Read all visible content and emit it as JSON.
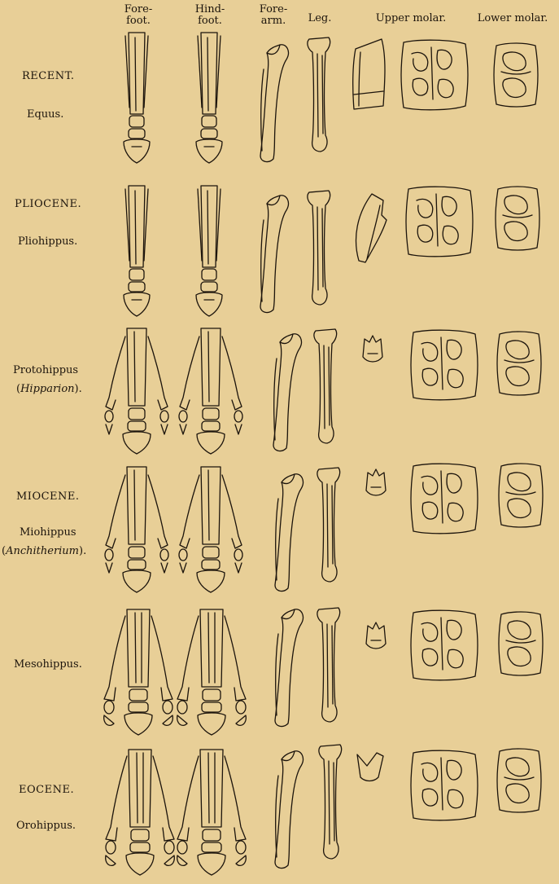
{
  "headers": {
    "fore_foot": "Fore-\nfoot.",
    "hind_foot": "Hind-\nfoot.",
    "fore_arm": "Fore-\narm.",
    "leg": "Leg.",
    "upper_molar": "Upper molar.",
    "lower_molar": "Lower molar."
  },
  "rows": [
    {
      "epoch": "RECENT.",
      "genus": "Equus."
    },
    {
      "epoch": "PLIOCENE.",
      "genus": "Pliohippus."
    },
    {
      "epoch": "",
      "genus": "Protohippus",
      "genus_alt": "Hipparion"
    },
    {
      "epoch": "MIOCENE.",
      "genus": "Miohippus",
      "genus_alt": "Anchitherium"
    },
    {
      "epoch": "",
      "genus": "Mesohippus."
    },
    {
      "epoch": "EOCENE.",
      "genus": "Orohippus."
    }
  ],
  "colors": {
    "paper": "#e8cf97",
    "ink": "#1c140c"
  }
}
